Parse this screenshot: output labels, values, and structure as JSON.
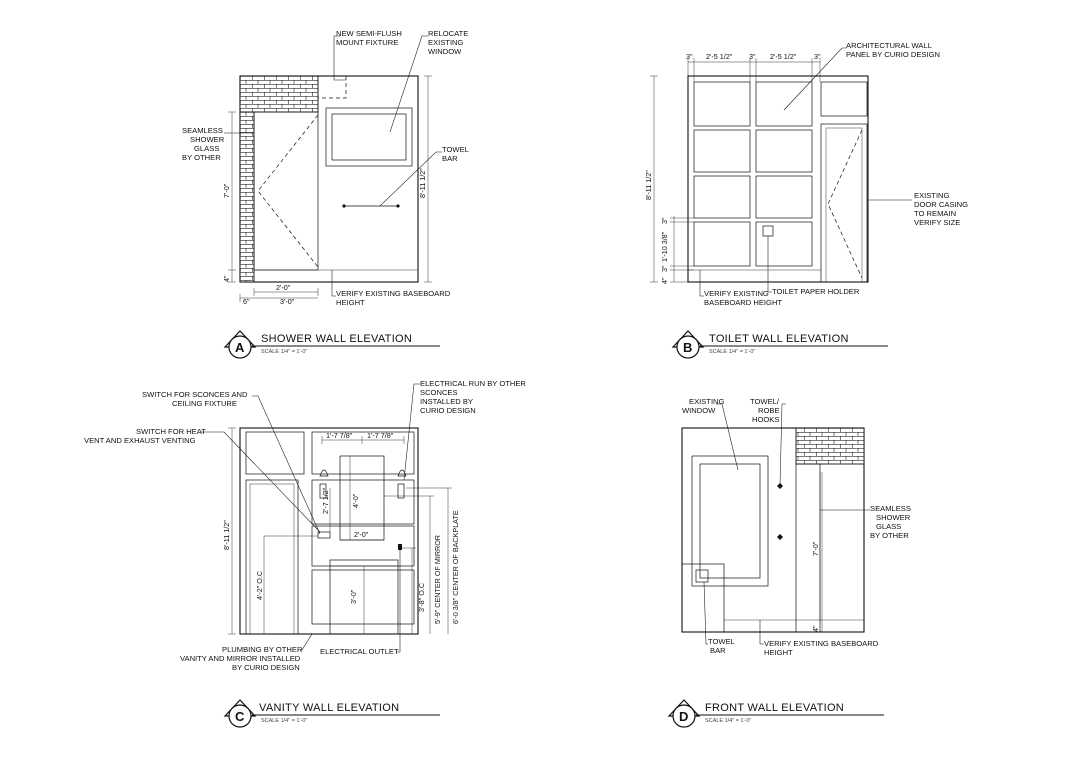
{
  "sheet": {
    "A": {
      "letter": "A",
      "title": "SHOWER WALL ELEVATION",
      "scale": "SCALE 1/4\" = 1'-0\"",
      "notes": {
        "fixture": [
          "NEW SEMI-FLUSH",
          "MOUNT FIXTURE"
        ],
        "window": [
          "RELOCATE",
          "EXISTING",
          "WINDOW"
        ],
        "glass": [
          "SEAMLESS",
          "SHOWER",
          "GLASS",
          "BY OTHER"
        ],
        "towel": [
          "TOWEL",
          "BAR"
        ],
        "baseboard": [
          "VERIFY EXISTING BASEBOARD",
          "HEIGHT"
        ]
      },
      "dims": {
        "h70": "7'-0\"",
        "h4": "4\"",
        "h811": "8'-11 1/2\"",
        "w20": "2'-0\"",
        "w30": "3'-0\"",
        "w6": "6\""
      }
    },
    "B": {
      "letter": "B",
      "title": "TOILET WALL ELEVATION",
      "scale": "SCALE 1/4\" = 1'-0\"",
      "notes": {
        "panel": [
          "ARCHITECTURAL WALL",
          "PANEL BY CURIO DESIGN"
        ],
        "casing": [
          "EXISTING",
          "DOOR CASING",
          "TO REMAIN",
          "VERIFY SIZE"
        ],
        "baseboard": [
          "VERIFY EXISTING",
          "BASEBOARD HEIGHT"
        ],
        "tp": "TOILET PAPER HOLDER"
      },
      "dims": {
        "t3a": "3\"",
        "t25a": "2'-5 1/2\"",
        "t3b": "3\"",
        "t25b": "2'-5 1/2\"",
        "t3c": "3\"",
        "h811": "8'-11 1/2\"",
        "h3a": "3\"",
        "h103": "1'-10 3/8\"",
        "h3b": "3\"",
        "h4": "4\""
      }
    },
    "C": {
      "letter": "C",
      "title": "VANITY WALL ELEVATION",
      "scale": "SCALE 1/4\" = 1'-0\"",
      "notes": {
        "sconce_switch": [
          "SWITCH FOR SCONCES AND",
          "CEILING FIXTURE"
        ],
        "heat_switch": [
          "SWITCH FOR HEAT",
          "VENT AND EXHAUST VENTING"
        ],
        "elec_run": [
          "ELECTRICAL RUN BY OTHER",
          "SCONCES",
          "INSTALLED BY",
          "CURIO DESIGN"
        ],
        "plumbing": [
          "PLUMBING BY OTHER",
          "VANITY AND MIRROR INSTALLED",
          "BY CURIO DESIGN"
        ],
        "outlet": "ELECTRICAL OUTLET"
      },
      "dims": {
        "d177a": "1'-7 7/8\"",
        "d177b": "1'-7 7/8\"",
        "h811": "8'-11 1/2\"",
        "h40": "4'-0\"",
        "w20": "2'-0\"",
        "h30": "3'-0\"",
        "h42": "4'-2\" O.C",
        "h2712": "2'-7 1/2\"",
        "h38": "3'-8\" O.C",
        "h59": "5'-9\" CENTER OF MIRROR",
        "h603": "6'-0 3/8\" CENTER OF BACKPLATE"
      }
    },
    "D": {
      "letter": "D",
      "title": "FRONT WALL ELEVATION",
      "scale": "SCALE 1/4\" = 1'-0\"",
      "notes": {
        "window": [
          "EXISTING",
          "WINDOW"
        ],
        "hooks": [
          "TOWEL/",
          "ROBE",
          "HOOKS"
        ],
        "glass": [
          "SEAMLESS",
          "SHOWER",
          "GLASS",
          "BY OTHER"
        ],
        "towel": [
          "TOWEL",
          "BAR"
        ],
        "baseboard": [
          "VERIFY EXISTING BASEBOARD",
          "HEIGHT"
        ]
      },
      "dims": {
        "h70": "7'-0\"",
        "h4": "4\""
      }
    }
  }
}
